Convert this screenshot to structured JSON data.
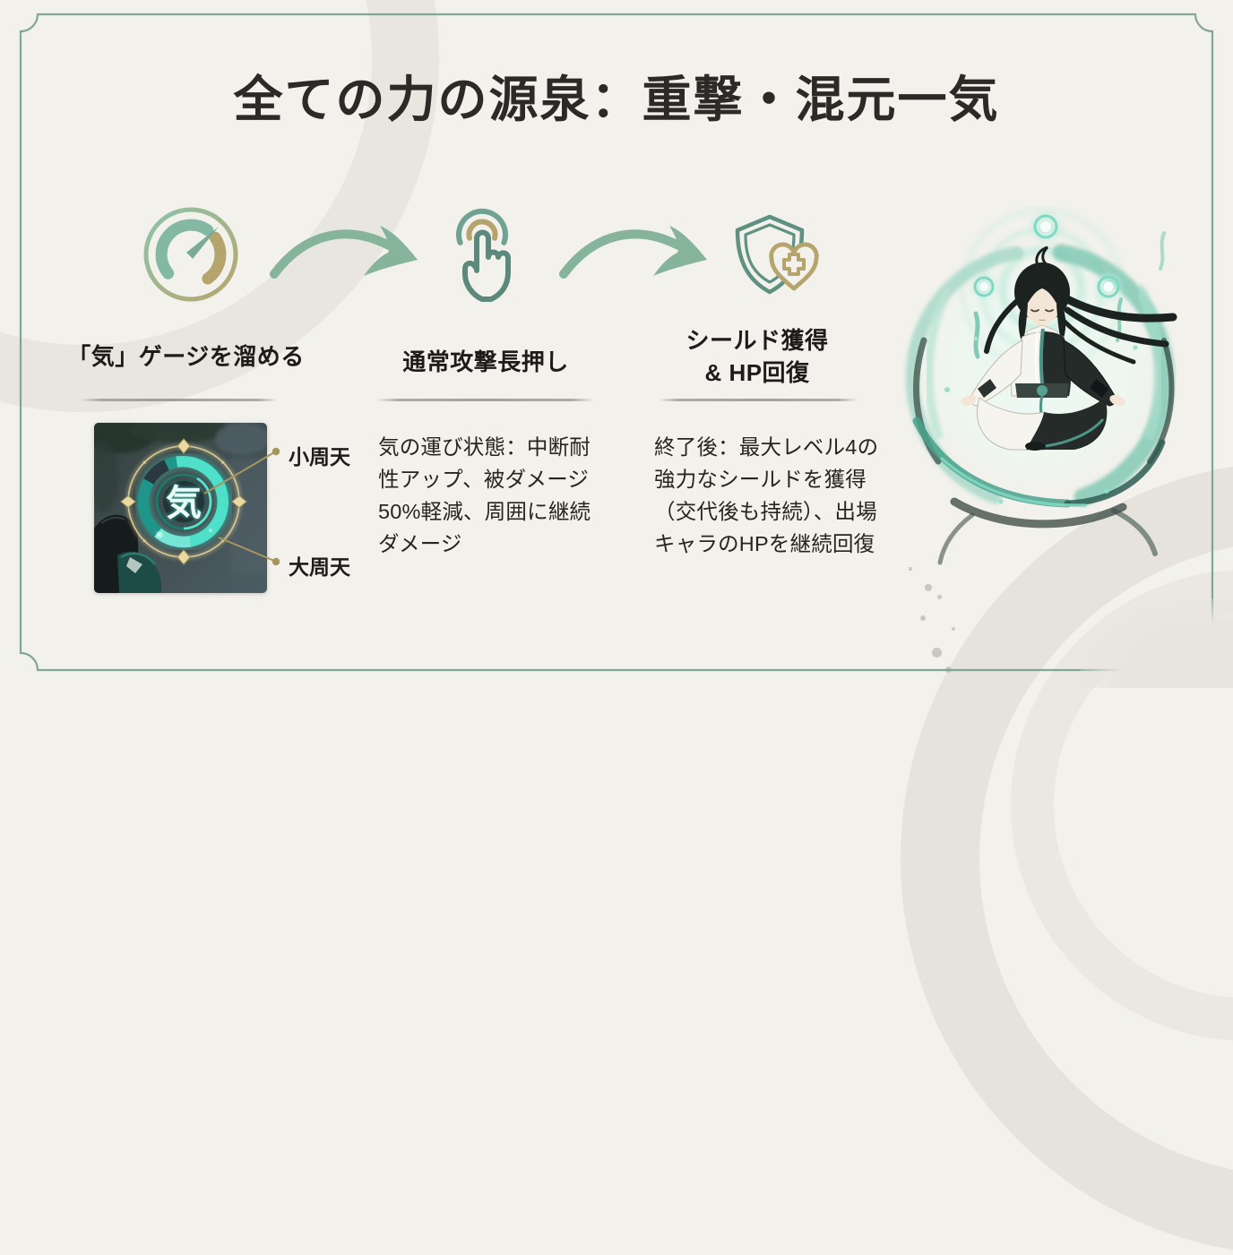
{
  "title": "全ての力の源泉：重撃・混元一気",
  "steps": [
    {
      "icon": "gauge-icon",
      "label": "「気」ゲージを溜める"
    },
    {
      "icon": "press-hold-icon",
      "label": "通常攻撃長押し",
      "description": "気の運び状態：中断耐\n性アップ、被ダメージ\n50%軽減、周囲に継続\nダメージ"
    },
    {
      "icon": "shield-heart-plus-icon",
      "label": "シールド獲得\n& HP回復",
      "description": "終了後：最大レベル4の\n強力なシールドを獲得\n（交代後も持続）、出場\nキャラのHPを継続回復"
    }
  ],
  "flow_arrow_icon": "curved-arrow-icon",
  "gauge_screenshot": {
    "center_glyph": "気",
    "callouts": [
      {
        "label": "小周天"
      },
      {
        "label": "大周天"
      }
    ]
  },
  "illustration": "meditating-character-with-teal-energy",
  "colors": {
    "background": "#f2f1ec",
    "frame_green": "#7ba294",
    "arrow_green": "#85b49b",
    "icon_teal": "#5f9183",
    "icon_gold": "#b6a46d",
    "gauge_teal_glow": "#4fe0ca",
    "callout_gold": "#a8955e",
    "title_text": "#2b2a27",
    "body_text": "#26251f"
  }
}
